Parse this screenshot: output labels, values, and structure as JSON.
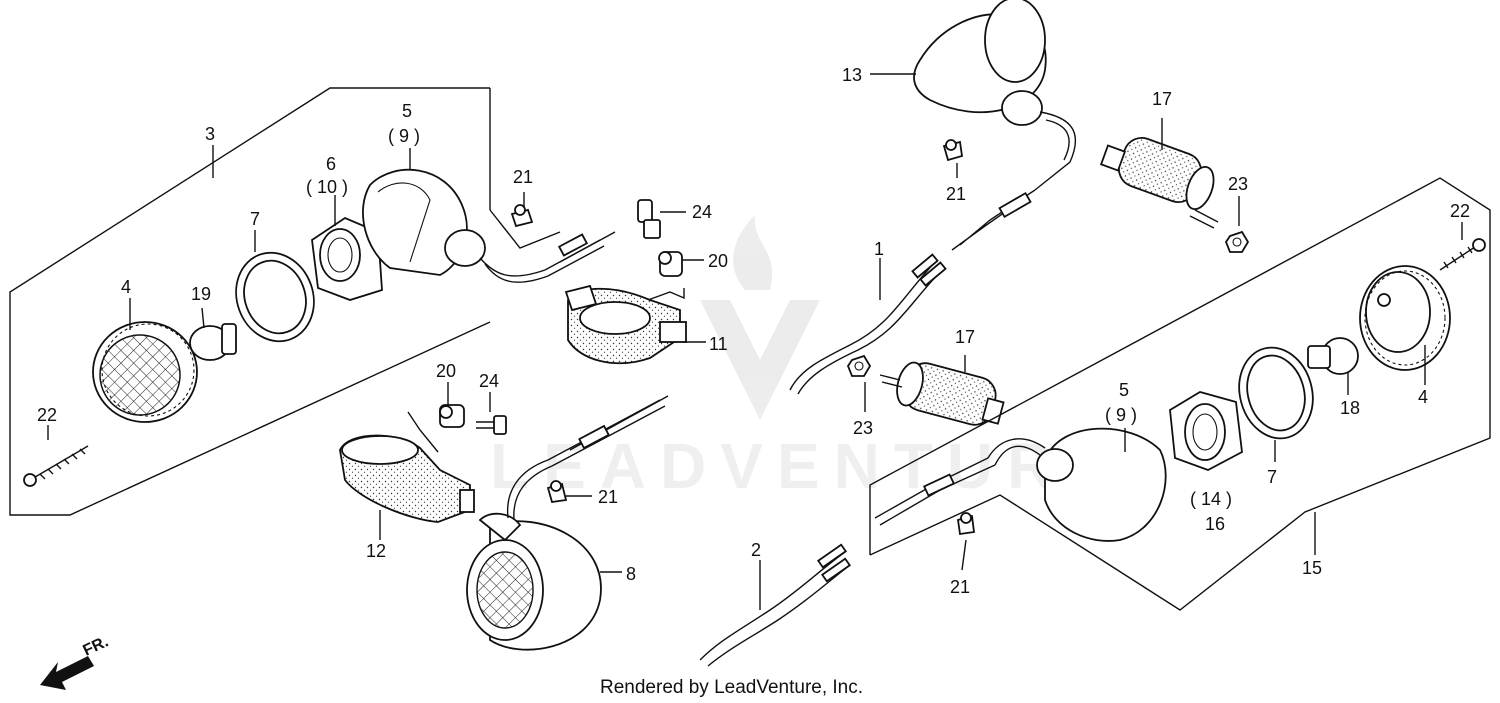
{
  "diagram": {
    "credit": "Rendered by LeadVenture, Inc.",
    "watermark": "LEADVENTURE",
    "direction_label": "FR.",
    "labels": {
      "p1": "1",
      "p2": "2",
      "p3": "3",
      "p4a": "4",
      "p4b": "4",
      "p5a": "5",
      "p9a": "( 9 )",
      "p5b": "5",
      "p9b": "( 9 )",
      "p6": "6",
      "p10": "( 10 )",
      "p7a": "7",
      "p7b": "7",
      "p8": "8",
      "p11": "11",
      "p12": "12",
      "p13": "13",
      "p14": "( 14 )",
      "p15": "15",
      "p16": "16",
      "p17a": "17",
      "p17b": "17",
      "p18": "18",
      "p19": "19",
      "p20a": "20",
      "p20b": "20",
      "p21a": "21",
      "p21b": "21",
      "p21c": "21",
      "p21d": "21",
      "p22a": "22",
      "p22b": "22",
      "p23a": "23",
      "p23b": "23",
      "p24a": "24",
      "p24b": "24"
    }
  }
}
